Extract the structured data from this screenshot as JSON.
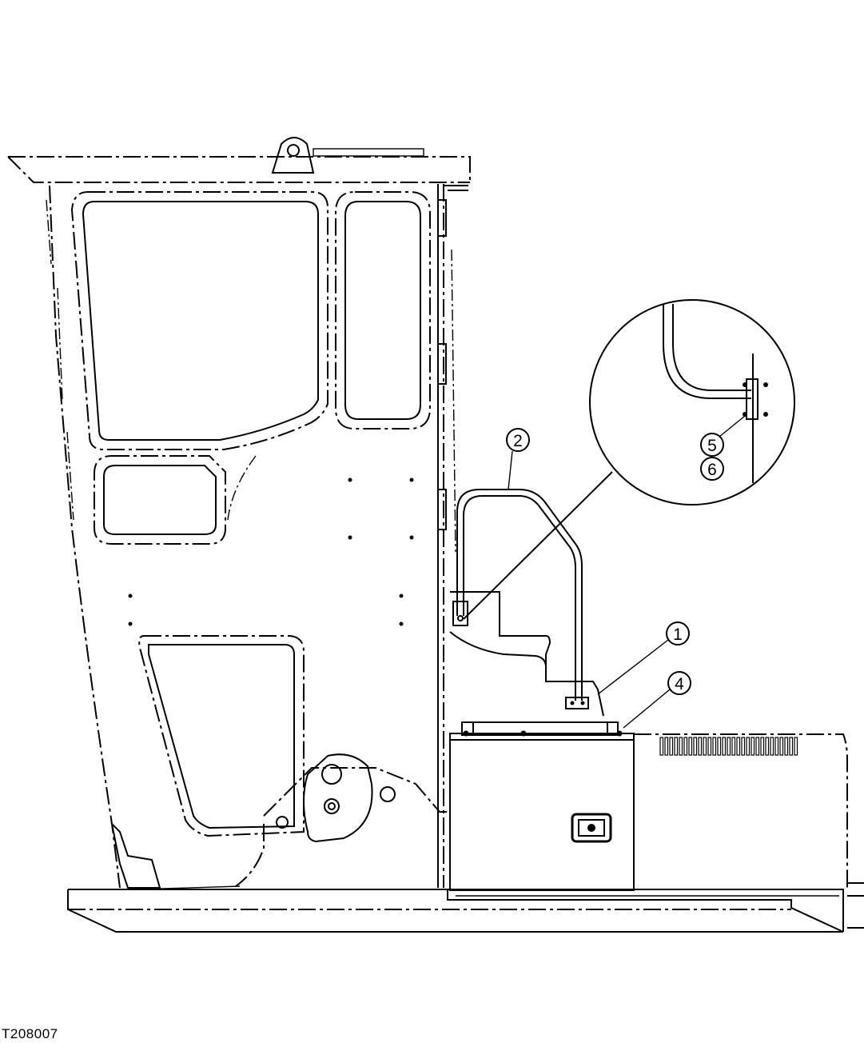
{
  "figure_id": "T208007",
  "callouts": [
    {
      "label": "1"
    },
    {
      "label": "2"
    },
    {
      "label": "4"
    },
    {
      "label": "5"
    },
    {
      "label": "6"
    }
  ]
}
